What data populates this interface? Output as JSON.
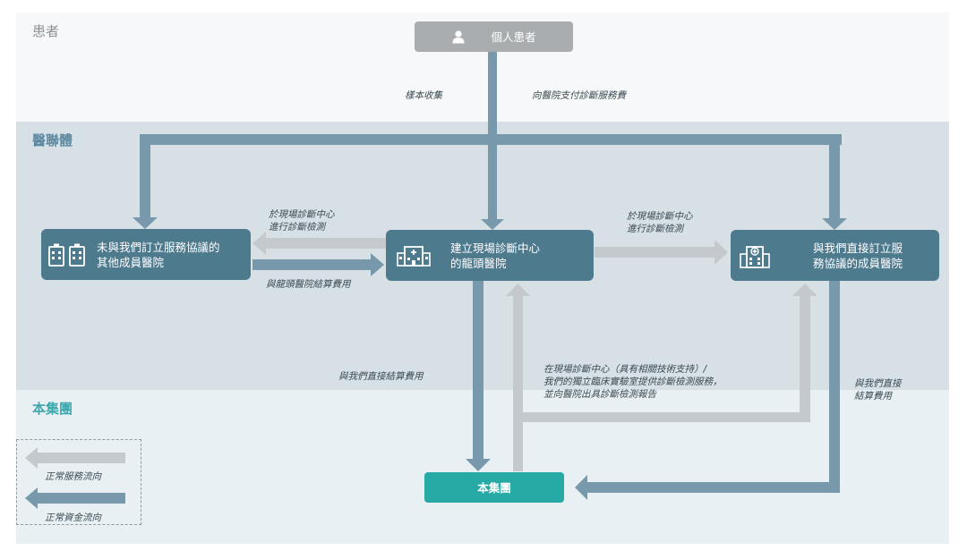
{
  "bands": {
    "patient": "患者",
    "alliance": "醫聯體",
    "group": "本集團"
  },
  "nodes": {
    "patient": "個人患者",
    "other_hospitals": [
      "未與我們訂立服務協議的",
      "其他成員醫院"
    ],
    "lead_hospital": [
      "建立現場診斷中心",
      "的龍頭醫院"
    ],
    "member_hospitals": [
      "與我們直接訂立服",
      "務協議的成員醫院"
    ],
    "group": "本集團"
  },
  "flow_labels": {
    "sample_collection": "樣本收集",
    "pay_hospital": "向醫院支付診斷服務費",
    "onsite_test_left": [
      "於現場診斷中心",
      "進行診斷檢測"
    ],
    "settle_with_lead": "與龍頭醫院結算費用",
    "onsite_test_right": [
      "於現場診斷中心",
      "進行診斷檢測"
    ],
    "direct_settle_lead": "與我們直接結算費用",
    "service_provision": [
      "在現場診斷中心（具有相關技術支持）/",
      "我們的獨立臨床實驗室提供診斷檢測服務，",
      "並向醫院出具診斷檢測報告"
    ],
    "direct_settle_member": [
      "與我們直接",
      "結算費用"
    ]
  },
  "legend": {
    "service_flow": "正常服務流向",
    "fund_flow": "正常資金流向"
  },
  "colors": {
    "service_flow": "#c3c9cc",
    "fund_flow": "#7899ab",
    "node": "#4e7a8e",
    "group_node": "#27a9a6",
    "patient_node": "#a9adaf"
  }
}
